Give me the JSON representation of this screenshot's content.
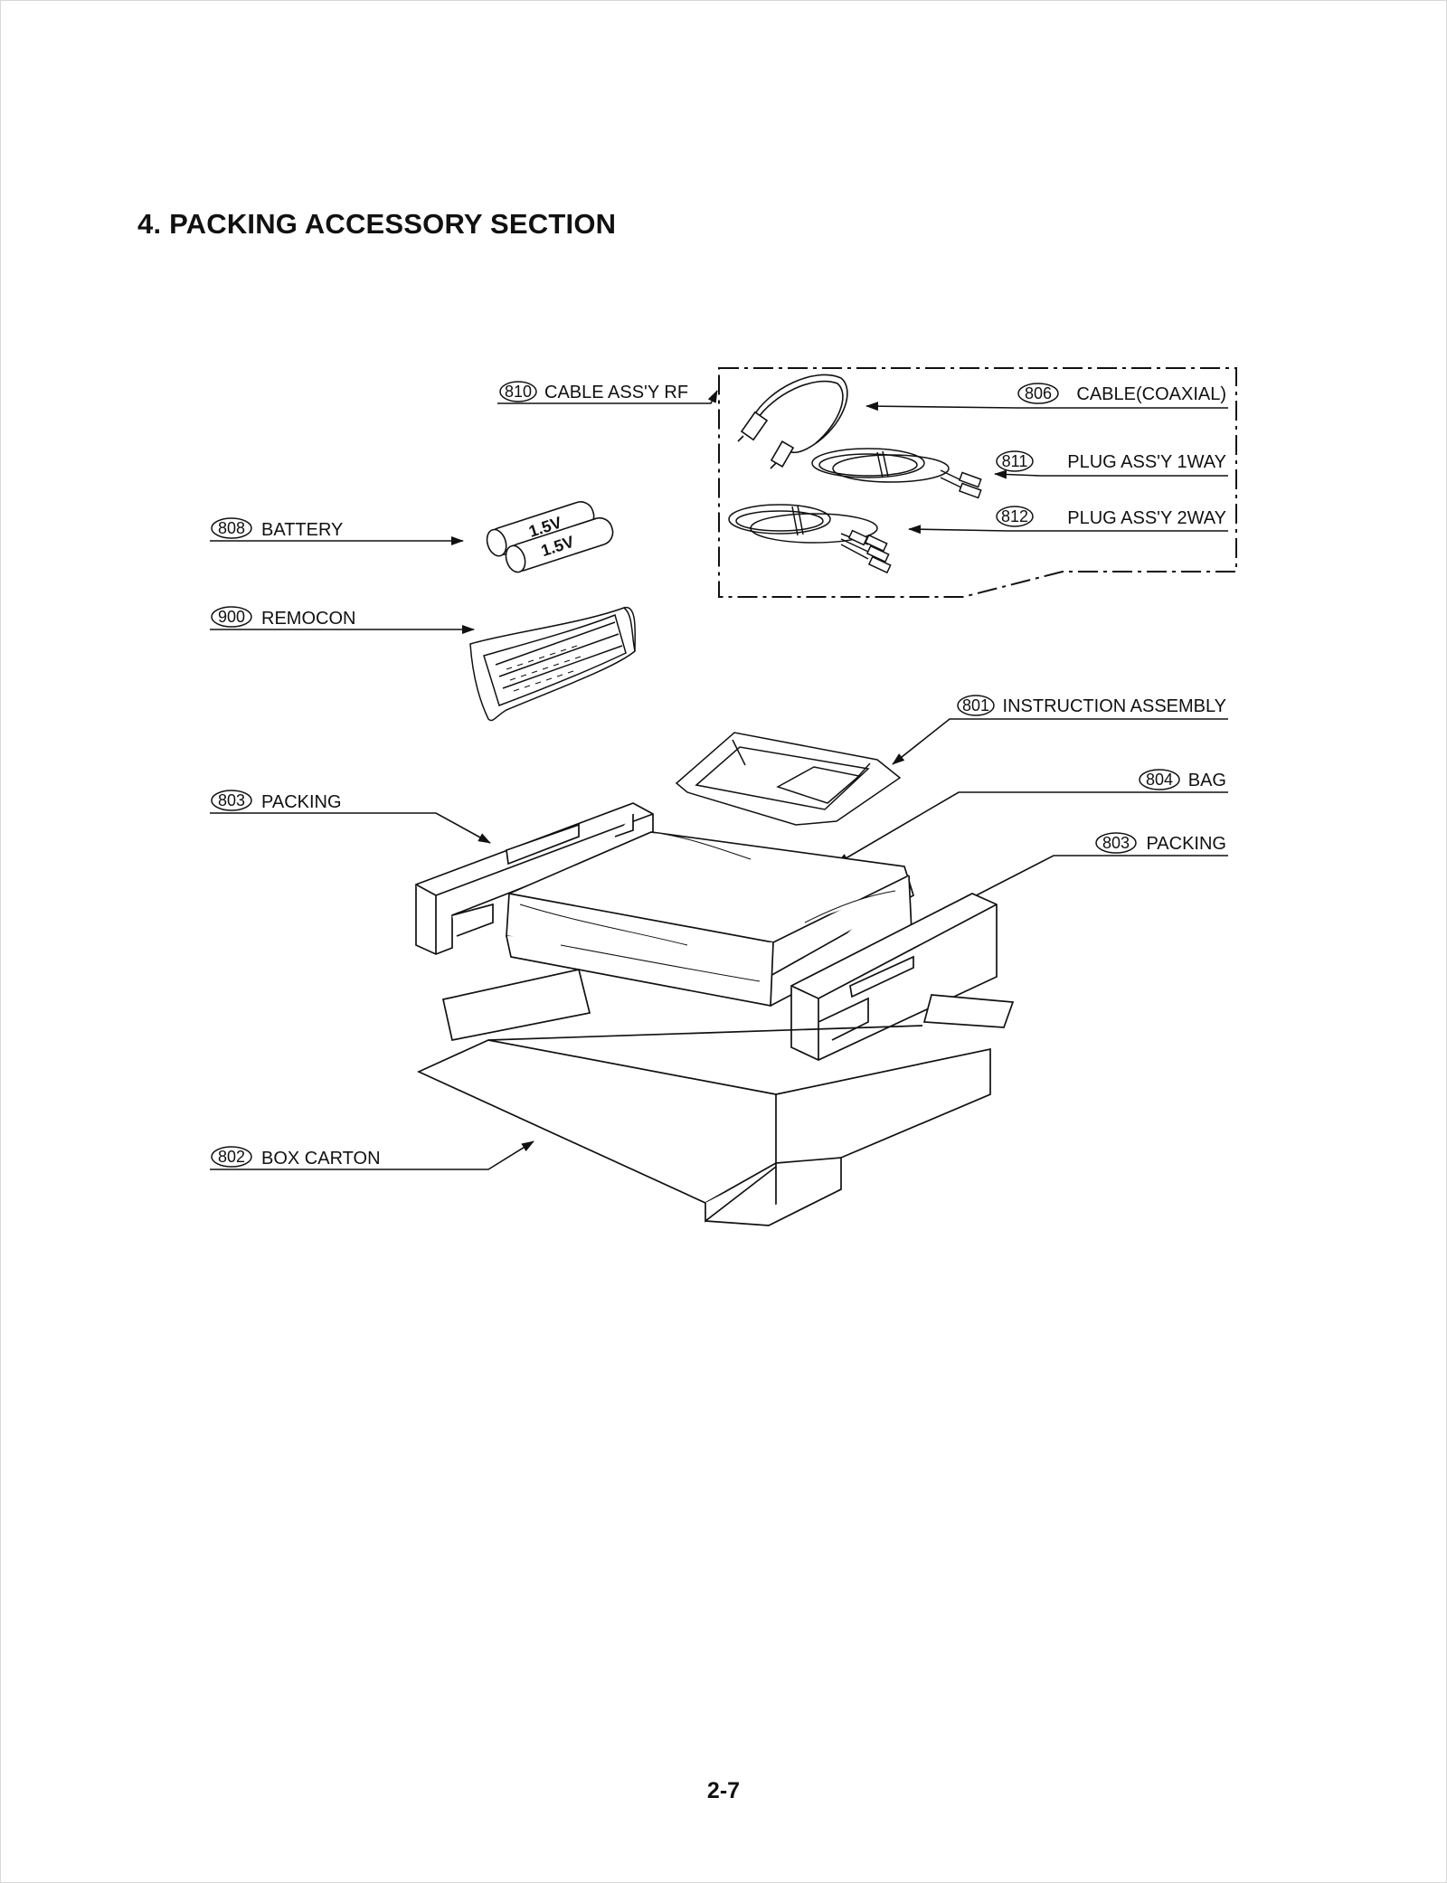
{
  "page": {
    "title": "4. PACKING ACCESSORY SECTION",
    "page_number": "2-7"
  },
  "parts": [
    {
      "key": "cable_rf",
      "number": "810",
      "label": "CABLE ASS'Y RF"
    },
    {
      "key": "coaxial",
      "number": "806",
      "label": "CABLE(COAXIAL)"
    },
    {
      "key": "plug_1way",
      "number": "811",
      "label": "PLUG ASS'Y 1WAY"
    },
    {
      "key": "plug_2way",
      "number": "812",
      "label": "PLUG ASS'Y 2WAY"
    },
    {
      "key": "battery",
      "number": "808",
      "label": "BATTERY"
    },
    {
      "key": "remocon",
      "number": "900",
      "label": "REMOCON"
    },
    {
      "key": "instruction",
      "number": "801",
      "label": "INSTRUCTION ASSEMBLY"
    },
    {
      "key": "bag",
      "number": "804",
      "label": "BAG"
    },
    {
      "key": "packing_left",
      "number": "803",
      "label": "PACKING"
    },
    {
      "key": "packing_right",
      "number": "803",
      "label": "PACKING"
    },
    {
      "key": "box_carton",
      "number": "802",
      "label": "BOX CARTON"
    }
  ],
  "battery_marking": "1.5V"
}
